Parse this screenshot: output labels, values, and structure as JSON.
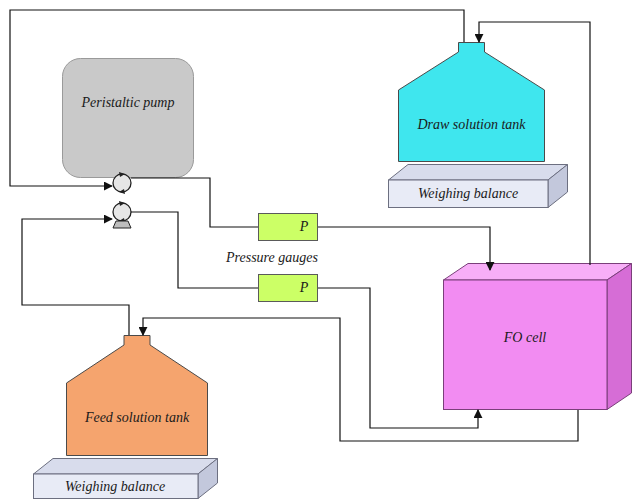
{
  "diagram": {
    "nodes": [
      {
        "text": [
          "Peristaltic pump"
        ]
      },
      {
        "text": [
          "Draw solution tank"
        ]
      },
      {
        "text": [
          "Weighing balance"
        ]
      },
      {
        "text": [
          "P"
        ]
      },
      {
        "text": [
          "P"
        ]
      },
      {
        "text": [
          "FO cell"
        ]
      },
      {
        "text": [
          "Feed solution tank"
        ]
      },
      {
        "text": [
          "Weighing balance"
        ]
      }
    ],
    "edges": [
      {
        "from": 0,
        "to": 3,
        "arrow": "none"
      },
      {
        "from": 3,
        "to": 5,
        "arrow": "to"
      },
      {
        "from": 0,
        "to": 4,
        "arrow": "none"
      },
      {
        "from": 4,
        "to": 5,
        "arrow": "to"
      },
      {
        "from": 5,
        "to": 1,
        "arrow": "to"
      },
      {
        "from": 1,
        "to": 0,
        "arrow": "to"
      },
      {
        "from": 6,
        "to": 0,
        "arrow": "to"
      },
      {
        "from": 5,
        "to": 6,
        "arrow": "to"
      }
    ],
    "labels": [
      "Pressure gauges"
    ]
  }
}
